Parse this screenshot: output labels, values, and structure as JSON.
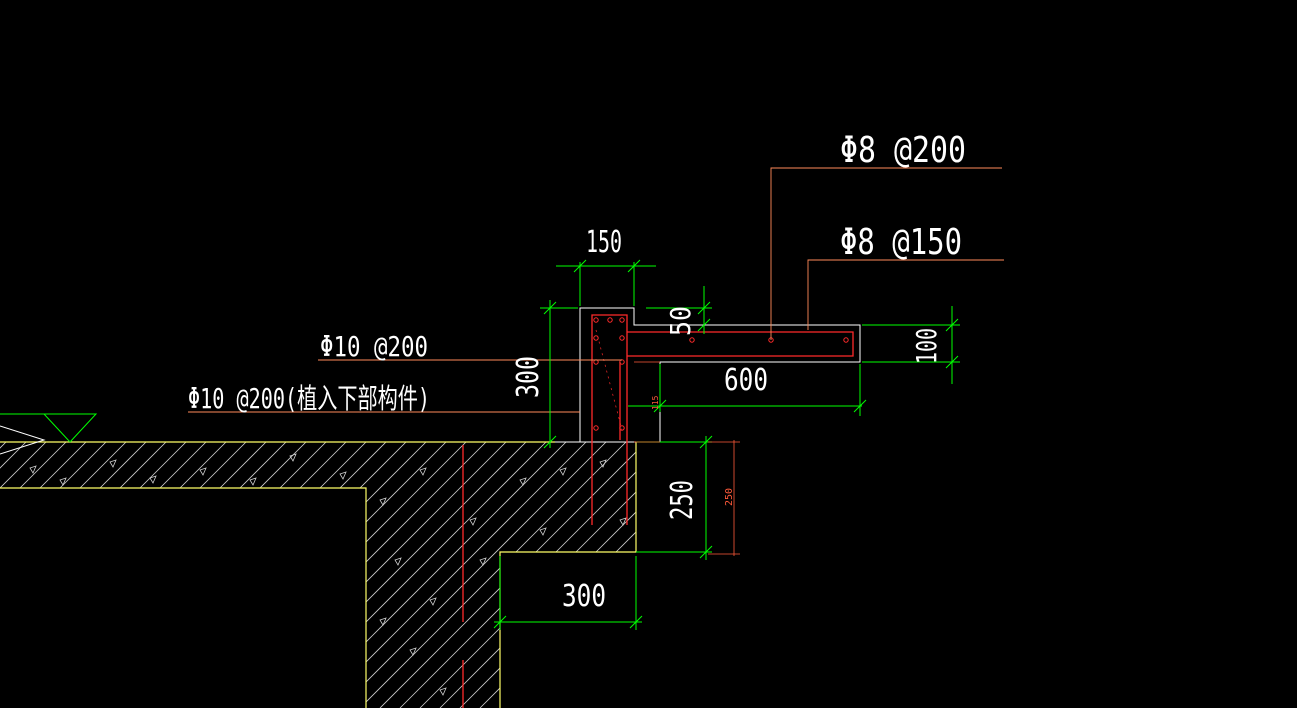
{
  "colors": {
    "background": "#000000",
    "concrete_outline": "#ffff66",
    "section_outline": "#ffffff",
    "rebar": "#ff2a2a",
    "dimension": "#00ff00",
    "leader": "#ff8a5a",
    "hatch": "#cfcfcf",
    "small_dim_text": "#ff5a3a",
    "text": "#ffffff"
  },
  "dimensions": {
    "width_top": "150",
    "height_left": "300",
    "notch": "50",
    "slab_thickness": "100",
    "slab_length": "600",
    "small_cover": "115",
    "step_height": "250",
    "step_height_small": "250",
    "step_width": "300"
  },
  "rebar_labels": {
    "top_slab": "Φ8 @200",
    "bottom_slab": "Φ8 @150",
    "upstand_outer": "Φ10 @200",
    "upstand_anchor": "Φ10 @200(植入下部构件)"
  }
}
